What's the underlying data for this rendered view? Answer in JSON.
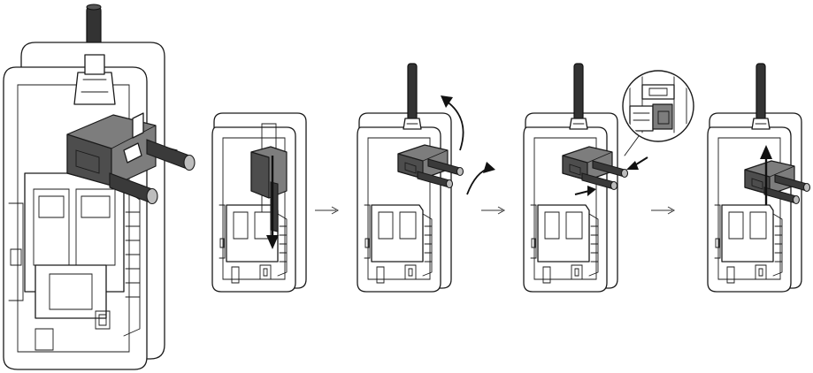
{
  "figure": {
    "steps": [
      {
        "name": "assembled-device"
      },
      {
        "name": "step-1-slide-down",
        "motion": "down"
      },
      {
        "name": "step-2-rotate-out",
        "motion": "rotate"
      },
      {
        "name": "step-3-press-in",
        "motion": "press"
      },
      {
        "name": "step-4-lift-up",
        "motion": "up"
      }
    ],
    "flow_arrow_glyph": "→",
    "colors": {
      "line": "#1a1a1a",
      "housing": "#ffffff",
      "connector": "#7d7d7d",
      "antenna": "#333333"
    }
  }
}
